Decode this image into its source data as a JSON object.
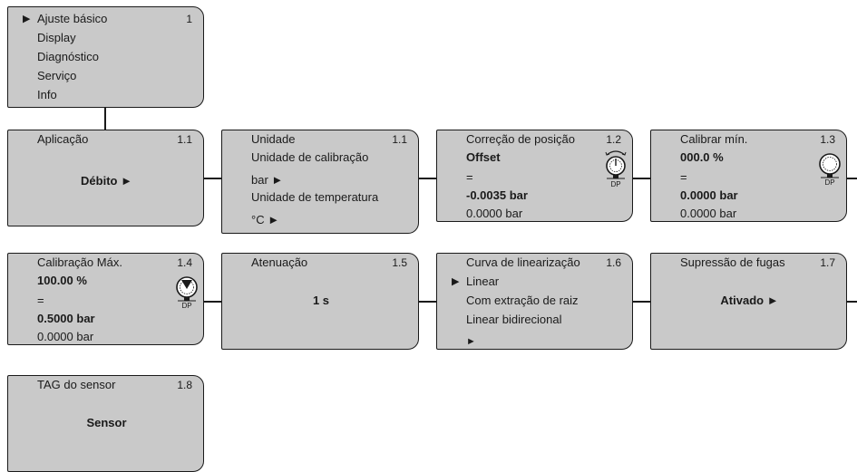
{
  "menu": {
    "items": [
      "Ajuste básico",
      "Display",
      "Diagnóstico",
      "Serviço",
      "Info"
    ],
    "selected_marker": "▶",
    "number": "1"
  },
  "aplicacao": {
    "title": "Aplicação",
    "number": "1.1",
    "value": "Débito ►"
  },
  "unidade": {
    "title": "Unidade",
    "number": "1.1",
    "line1": "Unidade de calibração",
    "line2": "bar ►",
    "line3": "Unidade de temperatura",
    "line4": "°C ►"
  },
  "correcao": {
    "title": "Correção de posição",
    "number": "1.2",
    "mode": "Offset",
    "eq": "=",
    "value": "-0.0035 bar",
    "actual": "0.0000 bar"
  },
  "calib_min": {
    "title": "Calibrar mín.",
    "number": "1.3",
    "percent": "000.0 %",
    "eq": "=",
    "value": "0.0000 bar",
    "actual": "0.0000 bar"
  },
  "calib_max": {
    "title": "Calibração Máx.",
    "number": "1.4",
    "percent": "100.00 %",
    "eq": "=",
    "value": "0.5000 bar",
    "actual": "0.0000 bar"
  },
  "atenuacao": {
    "title": "Atenuação",
    "number": "1.5",
    "value": "1 s"
  },
  "curva": {
    "title": "Curva de linearização",
    "number": "1.6",
    "selected_marker": "▶",
    "options": [
      "Linear",
      "Com extração de raiz",
      "Linear bidirecional"
    ],
    "next": "►"
  },
  "supressao": {
    "title": "Supressão de fugas",
    "number": "1.7",
    "value": "Ativado ►"
  },
  "tag": {
    "title": "TAG do sensor",
    "number": "1.8",
    "value": "Sensor"
  },
  "dp_label": "DP",
  "colors": {
    "panel": "#c9c9c9",
    "border": "#1a1a1a",
    "text": "#1a1a1a",
    "background": "#ffffff"
  }
}
